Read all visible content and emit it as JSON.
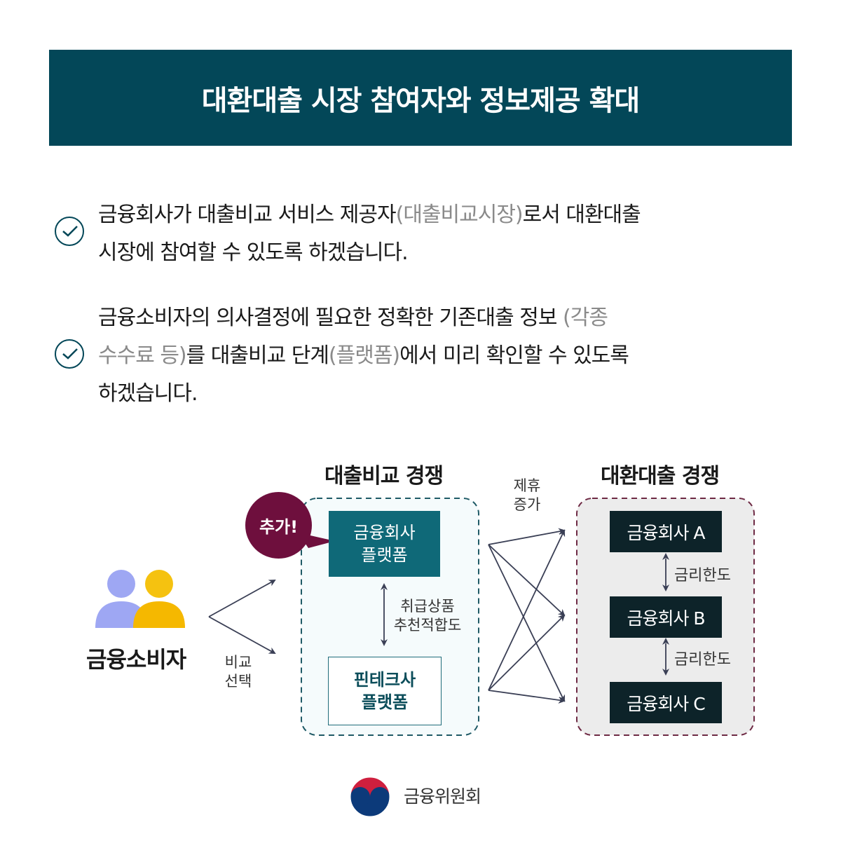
{
  "title": "대환대출 시장 참여자와 정보제공 확대",
  "bullets": [
    {
      "line1_a": "금융회사가 대출비교 서비스 제공자",
      "line1_b": "(대출비교시장)",
      "line1_c": "로서 대환대출",
      "line2": "시장에 참여할 수 있도록 하겠습니다."
    },
    {
      "line1_a": "금융소비자의 의사결정에 필요한 정확한 기존대출 정보 ",
      "line1_b": "(각종",
      "line2_a": "수수료 등)",
      "line2_b": "를 대출비교 단계",
      "line2_c": "(플랫폼)",
      "line2_d": "에서 미리 확인할 수 있도록",
      "line3": "하겠습니다."
    }
  ],
  "diagram": {
    "consumer_label": "금융소비자",
    "compare_line1": "비교",
    "compare_line2": "선택",
    "loan_compare_title": "대출비교 경쟁",
    "refinance_title": "대환대출 경쟁",
    "partner_line1": "제휴",
    "partner_line2": "증가",
    "badge_text": "추가!",
    "fin_platform_line1": "금융회사",
    "fin_platform_line2": "플랫폼",
    "fintech_platform_line1": "핀테크사",
    "fintech_platform_line2": "플랫폼",
    "fit_line1": "취급상품",
    "fit_line2": "추천적합도",
    "company_a": "금융회사 A",
    "company_b": "금융회사 B",
    "company_c": "금융회사 C",
    "rate_limit_1": "금리한도",
    "rate_limit_2": "금리한도"
  },
  "footer": {
    "org_name": "금융위원회"
  },
  "colors": {
    "title_bg": "#034758",
    "teal_box": "#0f6978",
    "dark_box": "#0d2329",
    "badge": "#6e0f3d",
    "refinance_area_bg": "#ececec",
    "compare_area_bg": "#f5fbfc"
  }
}
